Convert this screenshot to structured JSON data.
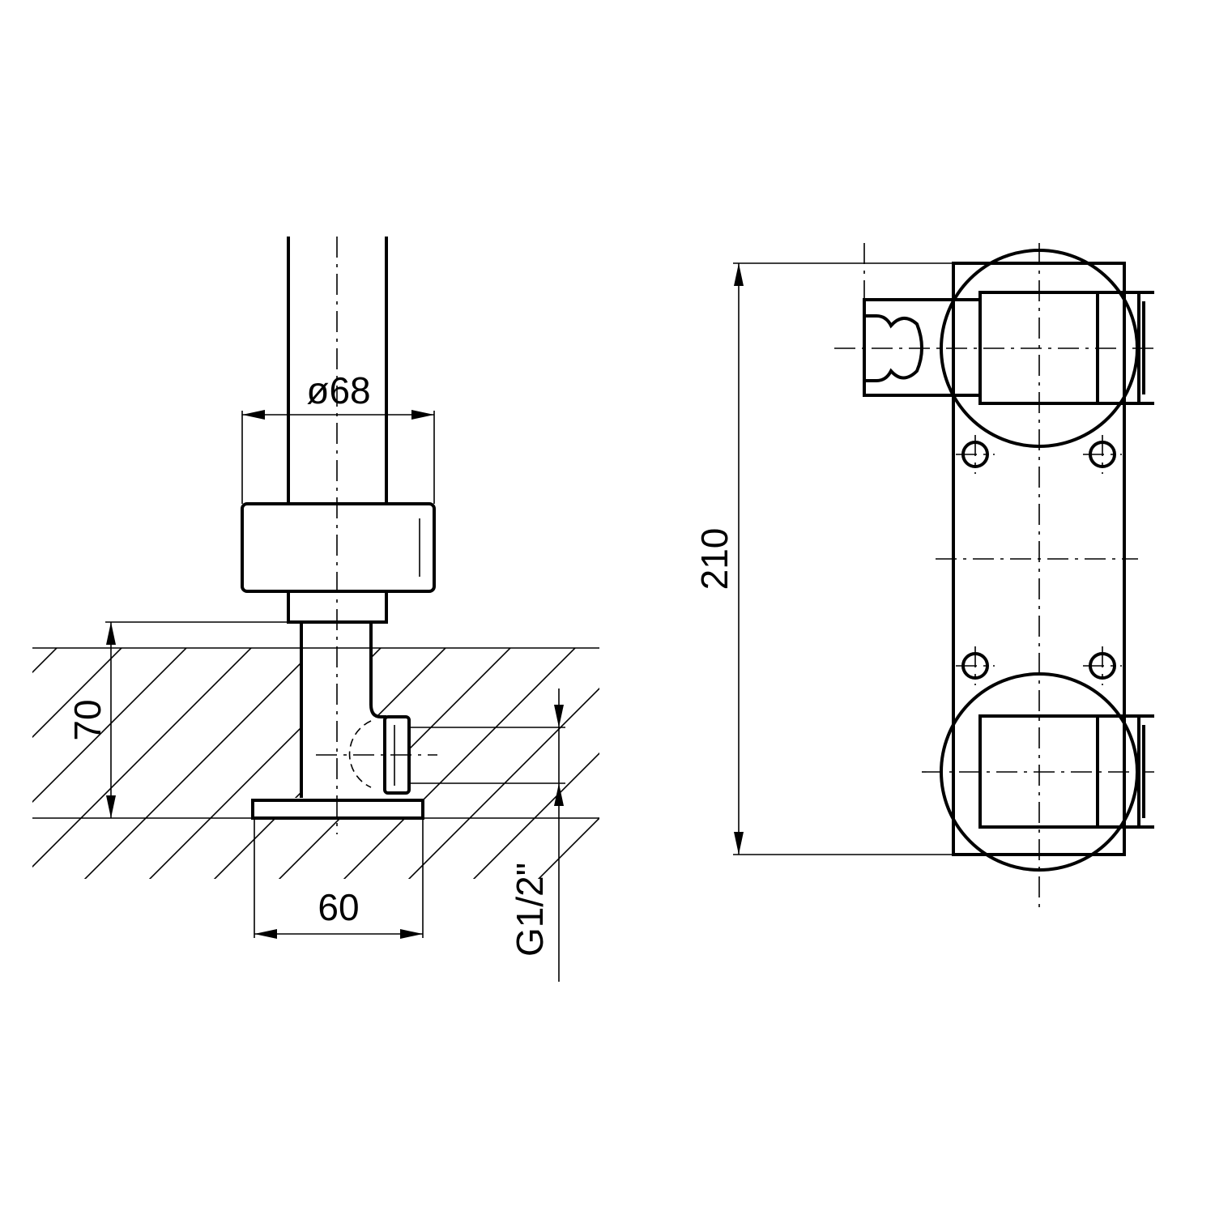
{
  "dimensions": {
    "diameter": "ø68",
    "base_width": "60",
    "wall_depth": "70",
    "thread": "G1/2\"",
    "total_height": "210"
  }
}
